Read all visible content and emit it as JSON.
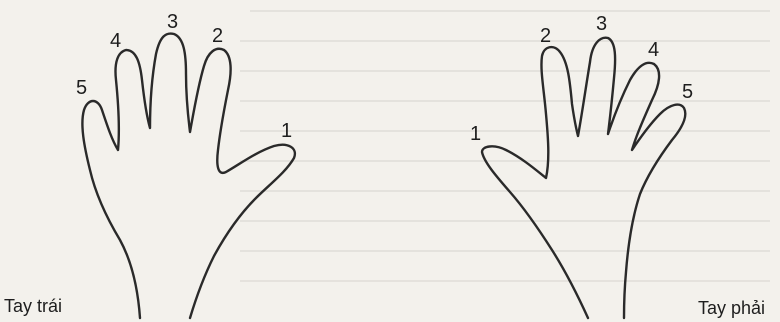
{
  "hands": [
    {
      "id": "left",
      "caption": "Tay trái",
      "finger_numbers": [
        "5",
        "4",
        "3",
        "2",
        "1"
      ]
    },
    {
      "id": "right",
      "caption": "Tay phải",
      "finger_numbers": [
        "1",
        "2",
        "3",
        "4",
        "5"
      ]
    }
  ]
}
